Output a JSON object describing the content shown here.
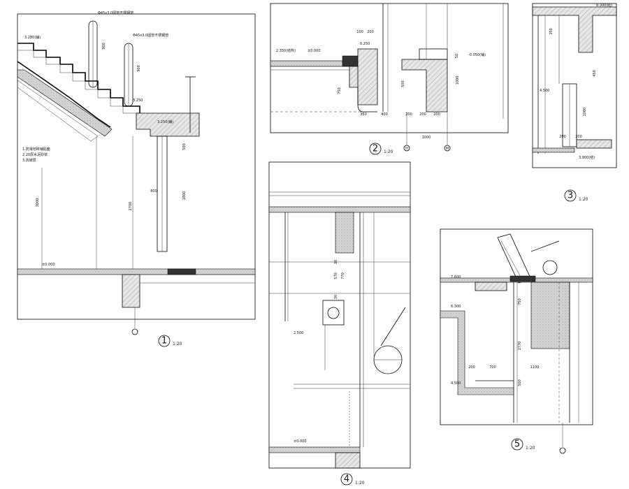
{
  "detail1": {
    "number": "1",
    "scale": "1:20",
    "rail_spec_a": "Φ45x3.0圆管不锈钢管",
    "rail_spec_b": "Φ45x3.0圆管不锈钢管",
    "dims": [
      "900",
      "900",
      "500",
      "800",
      "1800",
      "2700",
      "3000"
    ],
    "levels": [
      "3.280(铺)",
      "3.250",
      "3.250(铺)",
      "±0.000"
    ],
    "notes": [
      "1.防滑地砖铺贴面",
      "2.20厚水泥砂浆",
      "3.找坡层"
    ]
  },
  "detail2": {
    "number": "2",
    "scale": "1:20",
    "dims": [
      "100",
      "200",
      "350",
      "400",
      "200",
      "200",
      "200",
      "1000",
      "1000",
      "500",
      "750",
      "50"
    ],
    "levels": [
      "2.350(结构)",
      "±0.000",
      "0.250",
      "-0.050(铺)"
    ],
    "axes": [
      "H",
      "M"
    ]
  },
  "detail3": {
    "number": "3",
    "scale": "1:20",
    "dims": [
      "200",
      "1000",
      "200",
      "350",
      "450"
    ],
    "levels": [
      "8.300(结)",
      "4.500",
      "3.900(结)"
    ]
  },
  "detail4": {
    "number": "4",
    "scale": "1:20",
    "dims": [
      "570",
      "770",
      "30",
      "30"
    ],
    "levels": [
      "2.500",
      "±0.000"
    ]
  },
  "detail5": {
    "number": "5",
    "scale": "1:20",
    "dims": [
      "750",
      "1770",
      "500",
      "200",
      "700",
      "1100"
    ],
    "levels": [
      "7.600",
      "6.300",
      "4.500"
    ]
  }
}
